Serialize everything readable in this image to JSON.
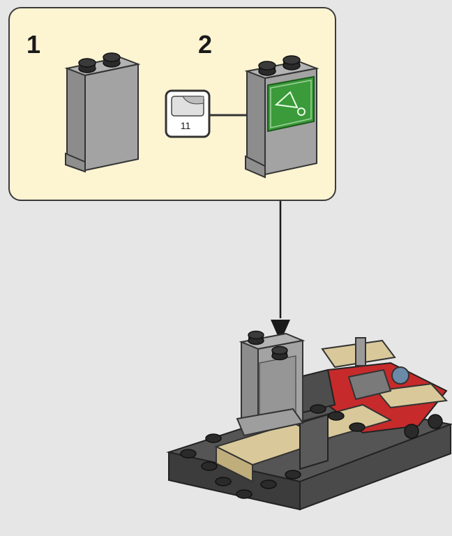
{
  "steps": [
    {
      "number": "1"
    },
    {
      "number": "2"
    }
  ],
  "sticker": {
    "number": "11",
    "icon": "sticker-sheet-icon"
  },
  "colors": {
    "callout_background": "#fdf4d2",
    "brick_gray": "#9a9a9a",
    "stud_black": "#2a2a2a",
    "sticker_green": "#3b9a3a",
    "base_dark": "#444444",
    "tan": "#d9c99a",
    "red": "#c62a2a"
  }
}
